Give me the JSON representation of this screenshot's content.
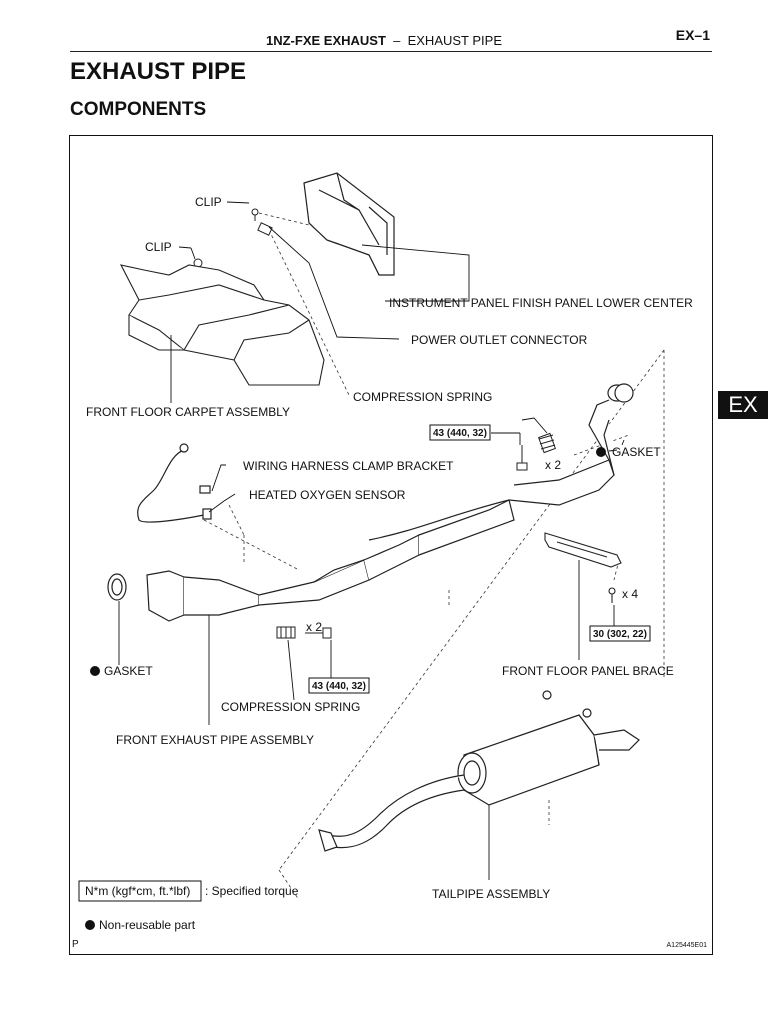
{
  "header": {
    "engine": "1NZ-FXE EXHAUST",
    "separator": "–",
    "section": "EXHAUST PIPE",
    "page_code": "EX–1"
  },
  "title": "EXHAUST PIPE",
  "subtitle": "COMPONENTS",
  "side_tab": "EX",
  "labels": {
    "clip_1": "CLIP",
    "clip_2": "CLIP",
    "instrument_panel": "INSTRUMENT PANEL FINISH PANEL LOWER CENTER",
    "power_outlet": "POWER OUTLET CONNECTOR",
    "front_floor_carpet": "FRONT FLOOR CARPET ASSEMBLY",
    "compression_spring_1": "COMPRESSION SPRING",
    "torque_1": "43 (440, 32)",
    "x2_1": "x 2",
    "gasket_1": "GASKET",
    "wiring_harness": "WIRING HARNESS CLAMP BRACKET",
    "heated_oxygen": "HEATED OXYGEN SENSOR",
    "x4": "x 4",
    "torque_3": "30 (302, 22)",
    "front_floor_brace": "FRONT FLOOR PANEL BRACE",
    "gasket_2": "GASKET",
    "x2_2": "x 2",
    "torque_2": "43 (440, 32)",
    "compression_spring_2": "COMPRESSION SPRING",
    "front_exhaust": "FRONT EXHAUST PIPE ASSEMBLY",
    "tailpipe": "TAILPIPE ASSEMBLY"
  },
  "legend": {
    "torque_box": "N*m (kgf*cm, ft.*lbf)",
    "torque_text": ": Specified torque",
    "nonreusable": "Non-reusable part"
  },
  "footer": {
    "left": "P",
    "code": "A125445E01"
  }
}
